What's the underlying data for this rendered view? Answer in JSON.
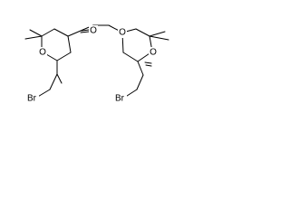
{
  "molecule": {
    "atoms": {
      "o1": "O",
      "o2": "O",
      "o3": "O",
      "o4": "O",
      "br_left": "Br",
      "br_right": "Br"
    }
  },
  "colors": {
    "bond": "#000000",
    "background": "#ffffff"
  }
}
